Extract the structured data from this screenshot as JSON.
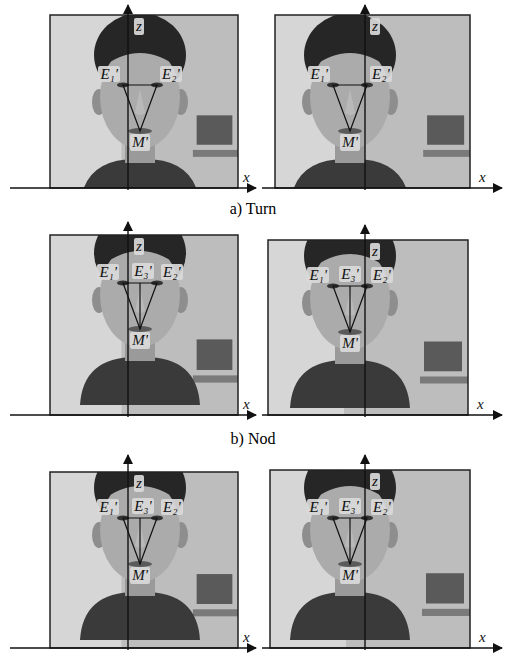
{
  "diagram": {
    "labels": [
      "z",
      "x",
      "E₁'",
      "E₂'",
      "M'",
      "z",
      "x",
      "E₁'",
      "E₂'",
      "M'",
      "a) Turn",
      "z",
      "x",
      "E₁'",
      "E₃'",
      "E₂'",
      "M'",
      "z",
      "x",
      "E₁'",
      "E₃'",
      "E₂'",
      "M'",
      "b) Nod",
      "z",
      "x",
      "E₁'",
      "E₃'",
      "E₂'",
      "M'",
      "z",
      "x",
      "E₁'",
      "E₃'",
      "E₂'",
      "M'"
    ]
  }
}
